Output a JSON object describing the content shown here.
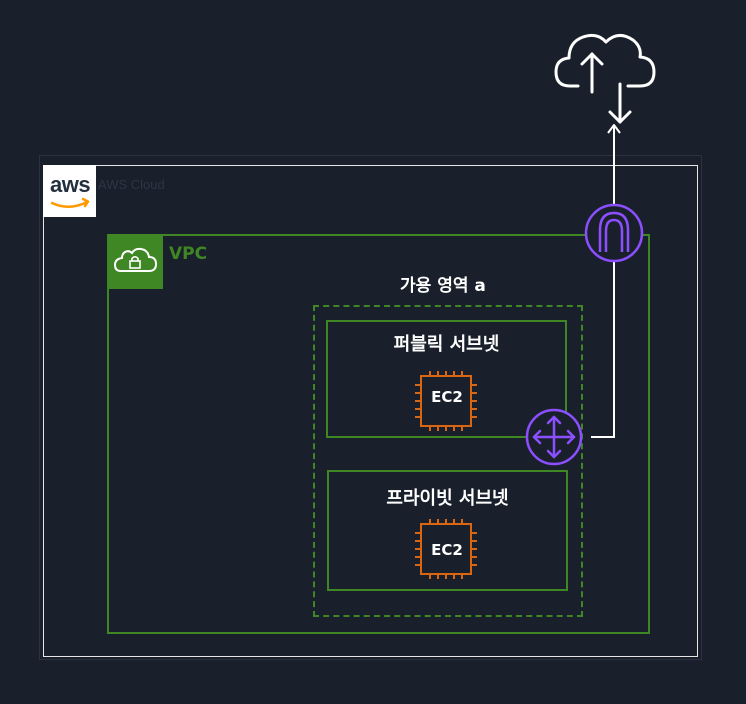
{
  "aws_cloud": {
    "logo_text": "aws",
    "label": "AWS Cloud"
  },
  "vpc": {
    "label": "VPC"
  },
  "availability_zone": {
    "label": "가용 영역 a"
  },
  "public_subnet": {
    "label": "퍼블릭 서브넷",
    "instance_label": "EC2"
  },
  "private_subnet": {
    "label": "프라이빗 서브넷",
    "instance_label": "EC2"
  },
  "colors": {
    "background": "#19202b",
    "vpc_green": "#3f8624",
    "compute_orange": "#d86613",
    "network_purple": "#8c4fff",
    "line_white": "#ffffff"
  },
  "icons": [
    "internet-cloud-icon",
    "aws-logo-icon",
    "vpc-cloud-lock-icon",
    "internet-gateway-icon",
    "nat-gateway-icon",
    "ec2-chip-icon"
  ]
}
